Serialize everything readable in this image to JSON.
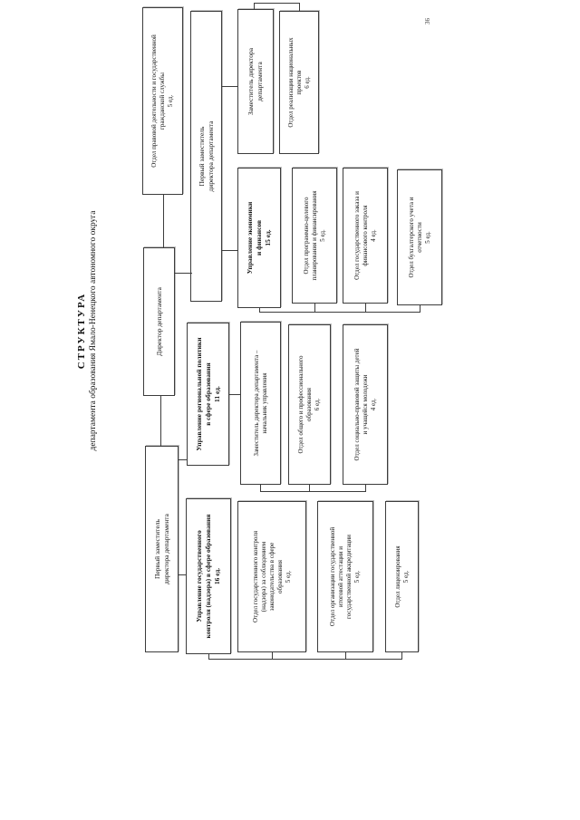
{
  "document": {
    "page_number": "36",
    "title": "СТРУКТУРА",
    "subtitle": "департамента образования Ямало-Ненецкого автономного округа"
  },
  "boxes": {
    "director": "Директор департамента",
    "first_deputy_left": "Первый заместитель\nдиректора департамента",
    "first_deputy_right": "Первый заместитель\nдиректора департамента",
    "legal_dept": "Отдел правовой деятельности и государственной\nгражданской службы\n5 ед.",
    "deputy_director": "Заместитель директора\nдепартамента",
    "national_projects": "Отдел реализации национальных\nпроектов\n6 ед.",
    "economics_dept": "Управление экономики\nи финансов\n15 ед.",
    "program_planning": "Отдел программно-целевого\nпланирования и финансирования\n5 ед.",
    "state_order": "Отдел государственного заказа и\nфинансового контроля\n4 ед.",
    "accounting": "Отдел бухгалтерского учета и\nотчетности\n5 ед.",
    "regional_policy": "Управление региональной политики\nв сфере образования\n11 ед.",
    "deputy_head": "Заместитель директора департамента –\nначальник управления",
    "general_education": "Отдел общего и профессионального\nобразования\n6 ед.",
    "social_protection": "Отдел социально-правовой защиты детей\nи учащейся молодежи\n4 ед.",
    "control_dept": "Управление государственного\nконтроля (надзора) в сфере образования\n16 ед.",
    "supervision": "Отдел государственного контроля\n(надзора) за соблюдением\nзаконодательства в сфере\nобразования\n5 ед.",
    "attestation": "Отдел организации государственной\nитоговой аттестации и\nгосударственной аккредитации\n5 ед.",
    "licensing": "Отдел лицензирования\n5 ед."
  }
}
